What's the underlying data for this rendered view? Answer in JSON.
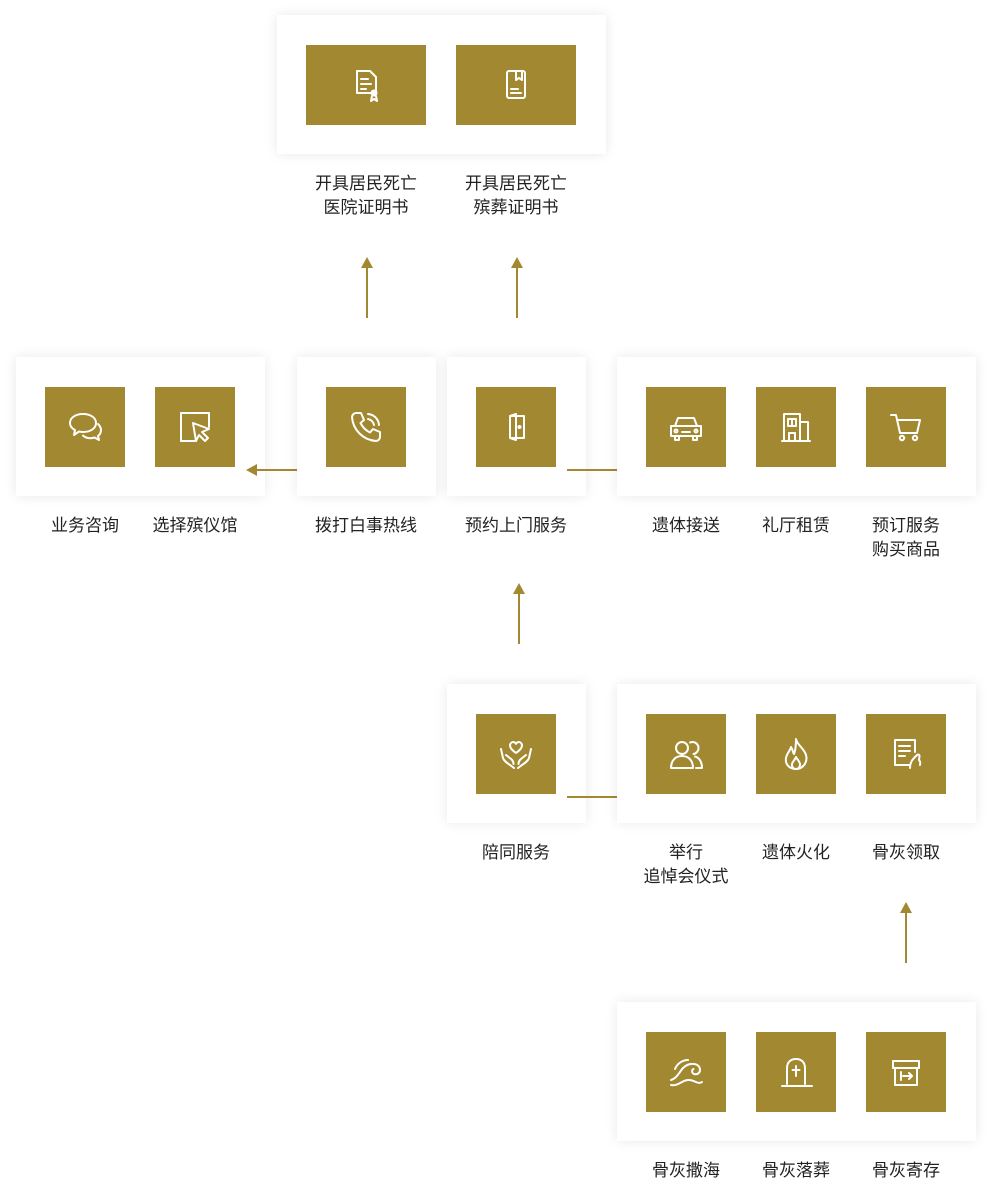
{
  "colors": {
    "accent": "#a28831",
    "card_bg": "#ffffff",
    "text": "#222222"
  },
  "nodes": {
    "death_cert_hospital": {
      "line1": "开具居民死亡",
      "line2": "医院证明书",
      "icon": "certificate-icon"
    },
    "death_cert_funeral": {
      "line1": "开具居民死亡",
      "line2": "殡葬证明书",
      "icon": "document-book-icon"
    },
    "consult": {
      "label": "业务咨询",
      "icon": "chat-bubbles-icon"
    },
    "choose_home": {
      "label": "选择殡仪馆",
      "icon": "cursor-select-icon"
    },
    "hotline": {
      "label": "拨打白事热线",
      "icon": "phone-ringing-icon"
    },
    "home_service": {
      "label": "预约上门服务",
      "icon": "door-icon"
    },
    "transport": {
      "label": "遗体接送",
      "icon": "car-icon"
    },
    "hall_rental": {
      "label": "礼厅租赁",
      "icon": "building-icon"
    },
    "order": {
      "line1": "预订服务",
      "line2": "购买商品",
      "icon": "shopping-cart-icon"
    },
    "accompany": {
      "label": "陪同服务",
      "icon": "hands-heart-icon"
    },
    "memorial": {
      "line1": "举行",
      "line2": "追悼会仪式",
      "icon": "people-icon"
    },
    "cremation": {
      "label": "遗体火化",
      "icon": "flame-icon"
    },
    "ash_collect": {
      "label": "骨灰领取",
      "icon": "document-hand-icon"
    },
    "sea_burial": {
      "label": "骨灰撒海",
      "icon": "wave-icon"
    },
    "ground_burial": {
      "label": "骨灰落葬",
      "icon": "tombstone-icon"
    },
    "ash_storage": {
      "label": "骨灰寄存",
      "icon": "storage-box-icon"
    }
  }
}
